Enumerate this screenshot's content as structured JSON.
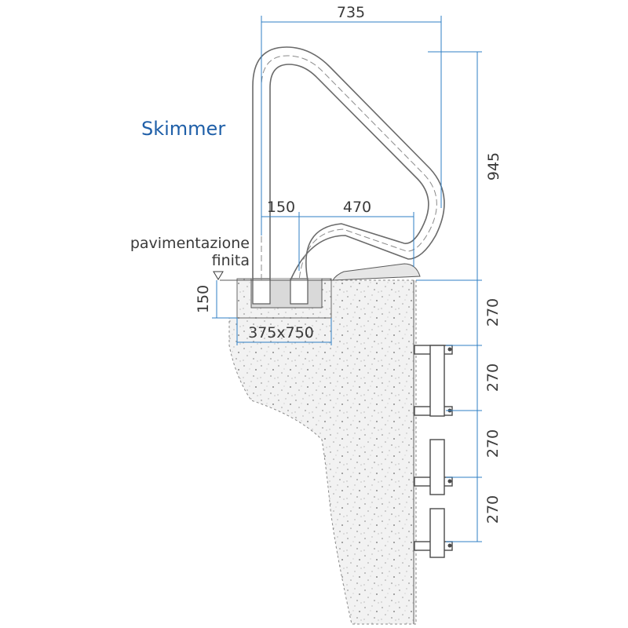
{
  "title": "Skimmer",
  "labels": {
    "floor_line1": "pavimentazione",
    "floor_line2": "finita"
  },
  "dimensions": {
    "top_width": "735",
    "height": "945",
    "offset_left": "150",
    "offset_right": "470",
    "anchor_depth": "150",
    "anchor_box": "375x750",
    "step_spacing": [
      "270",
      "270",
      "270",
      "270"
    ]
  },
  "colors": {
    "dimension_line": "#2f7fc4",
    "title": "#1f5fa8",
    "concrete": "#eeeeee"
  }
}
